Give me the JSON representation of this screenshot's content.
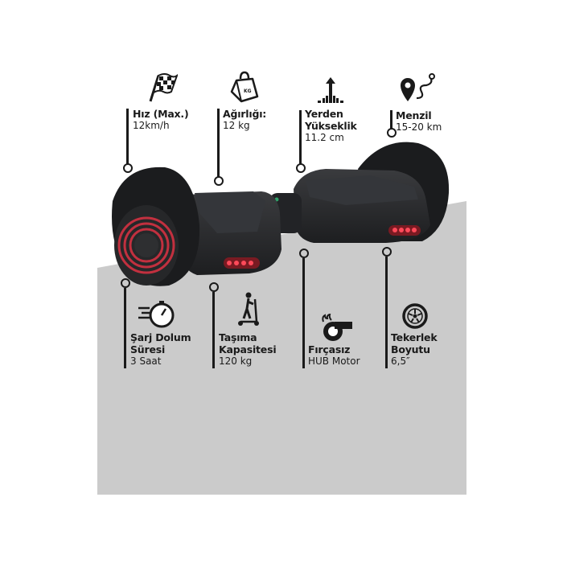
{
  "specs_top": [
    {
      "title": "Hız (Max.)",
      "value": "12km/h",
      "icon": "checkered-flag-icon"
    },
    {
      "title": "Ağırlığı:",
      "value": "12 kg",
      "icon": "weight-icon"
    },
    {
      "title_lines": [
        "Yerden",
        "Yükseklik"
      ],
      "value": "11.2 cm",
      "icon": "ground-clearance-arrow-icon"
    },
    {
      "title": "Menzil",
      "value": "15-20 km",
      "icon": "route-pin-icon"
    }
  ],
  "specs_bottom": [
    {
      "title_lines": [
        "Şarj Dolum",
        "Süresi"
      ],
      "value": "3 Saat",
      "icon": "stopwatch-icon"
    },
    {
      "title_lines": [
        "Taşıma",
        "Kapasitesi"
      ],
      "value": "120 kg",
      "icon": "scooter-rider-icon"
    },
    {
      "title": "Fırçasız",
      "value": "HUB Motor",
      "icon": "turbo-motor-icon"
    },
    {
      "title_lines": [
        "Tekerlek",
        "Boyutu"
      ],
      "value": "6,5″",
      "icon": "wheel-icon"
    }
  ],
  "colors": {
    "panel": "#cbcbcb",
    "ink": "#1a1a1a",
    "led": "#e8283a",
    "board": "#2a2b2d"
  }
}
